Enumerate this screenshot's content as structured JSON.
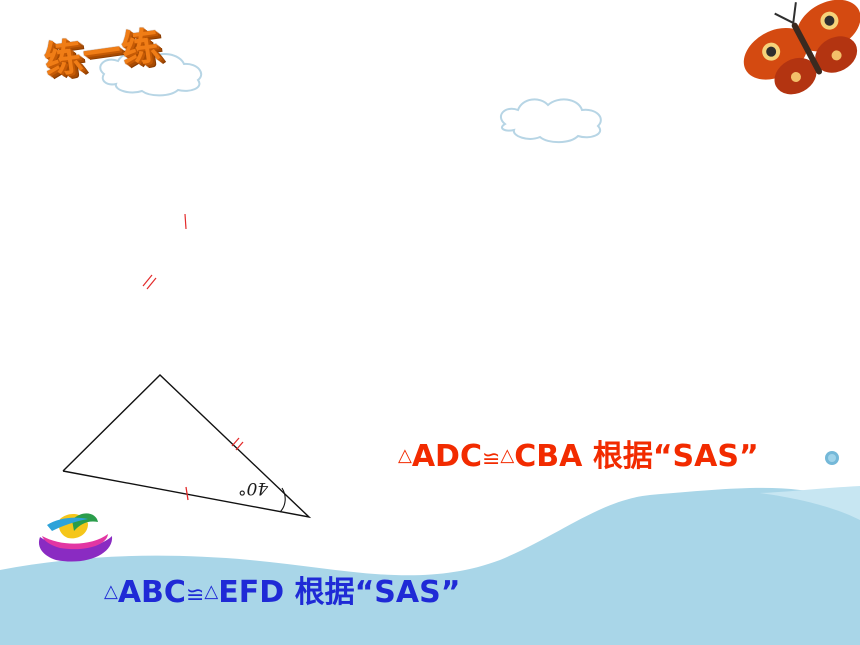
{
  "title": {
    "text": "练一练"
  },
  "statements": {
    "red": {
      "triangle_1": "△",
      "first": "ADC",
      "congruent": "≌",
      "triangle_2": "△",
      "second": "CBA",
      "rest": " 根据“SAS”"
    },
    "blue": {
      "triangle_1": "△",
      "first": "ABC",
      "congruent": "≌",
      "triangle_2": "△",
      "second": "EFD",
      "rest": " 根据“SAS”"
    }
  },
  "triangle": {
    "angle_label": "40°"
  },
  "colors": {
    "title_orange": "#f07d16",
    "red_text": "#f22b00",
    "blue_text": "#1f2ad6",
    "wave": "#a9d6e8",
    "tick_marks": "#e32a2a"
  }
}
